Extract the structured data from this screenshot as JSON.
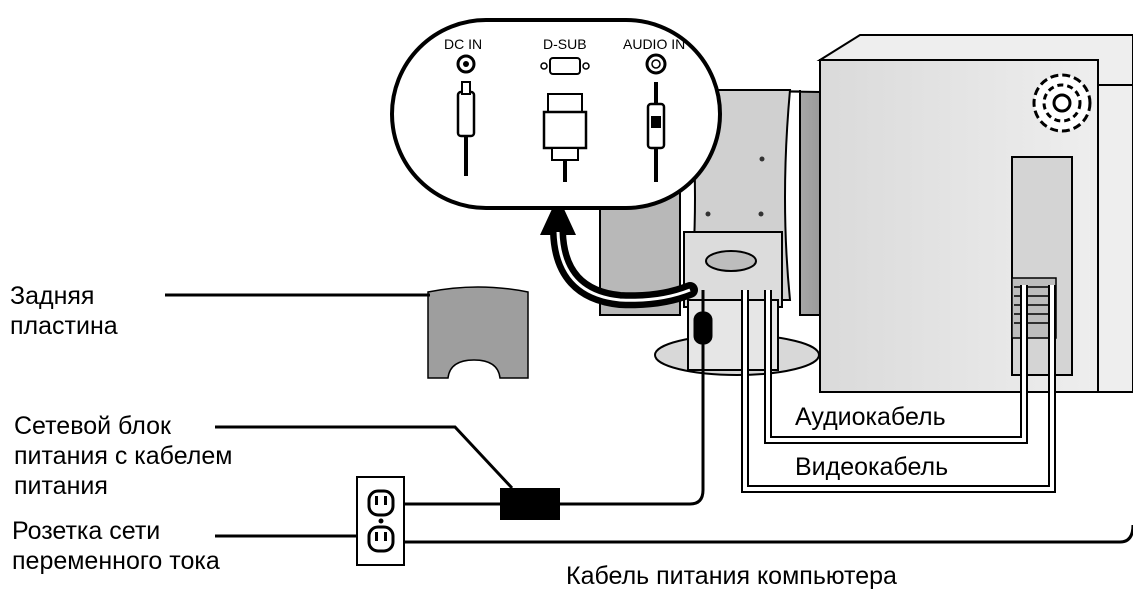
{
  "ports": {
    "dc_in": "DC IN",
    "d_sub": "D-SUB",
    "audio_in": "AUDIO IN"
  },
  "labels": {
    "back_plate": [
      "Задняя",
      "пластина"
    ],
    "power_adapter": [
      "Сетевой блок",
      "питания с кабелем",
      "питания"
    ],
    "ac_outlet": [
      "Розетка сети",
      "переменного тока"
    ],
    "audio_cable": "Аудиокабель",
    "video_cable": "Видеокабель",
    "pc_power_cable": "Кабель питания компьютера"
  }
}
